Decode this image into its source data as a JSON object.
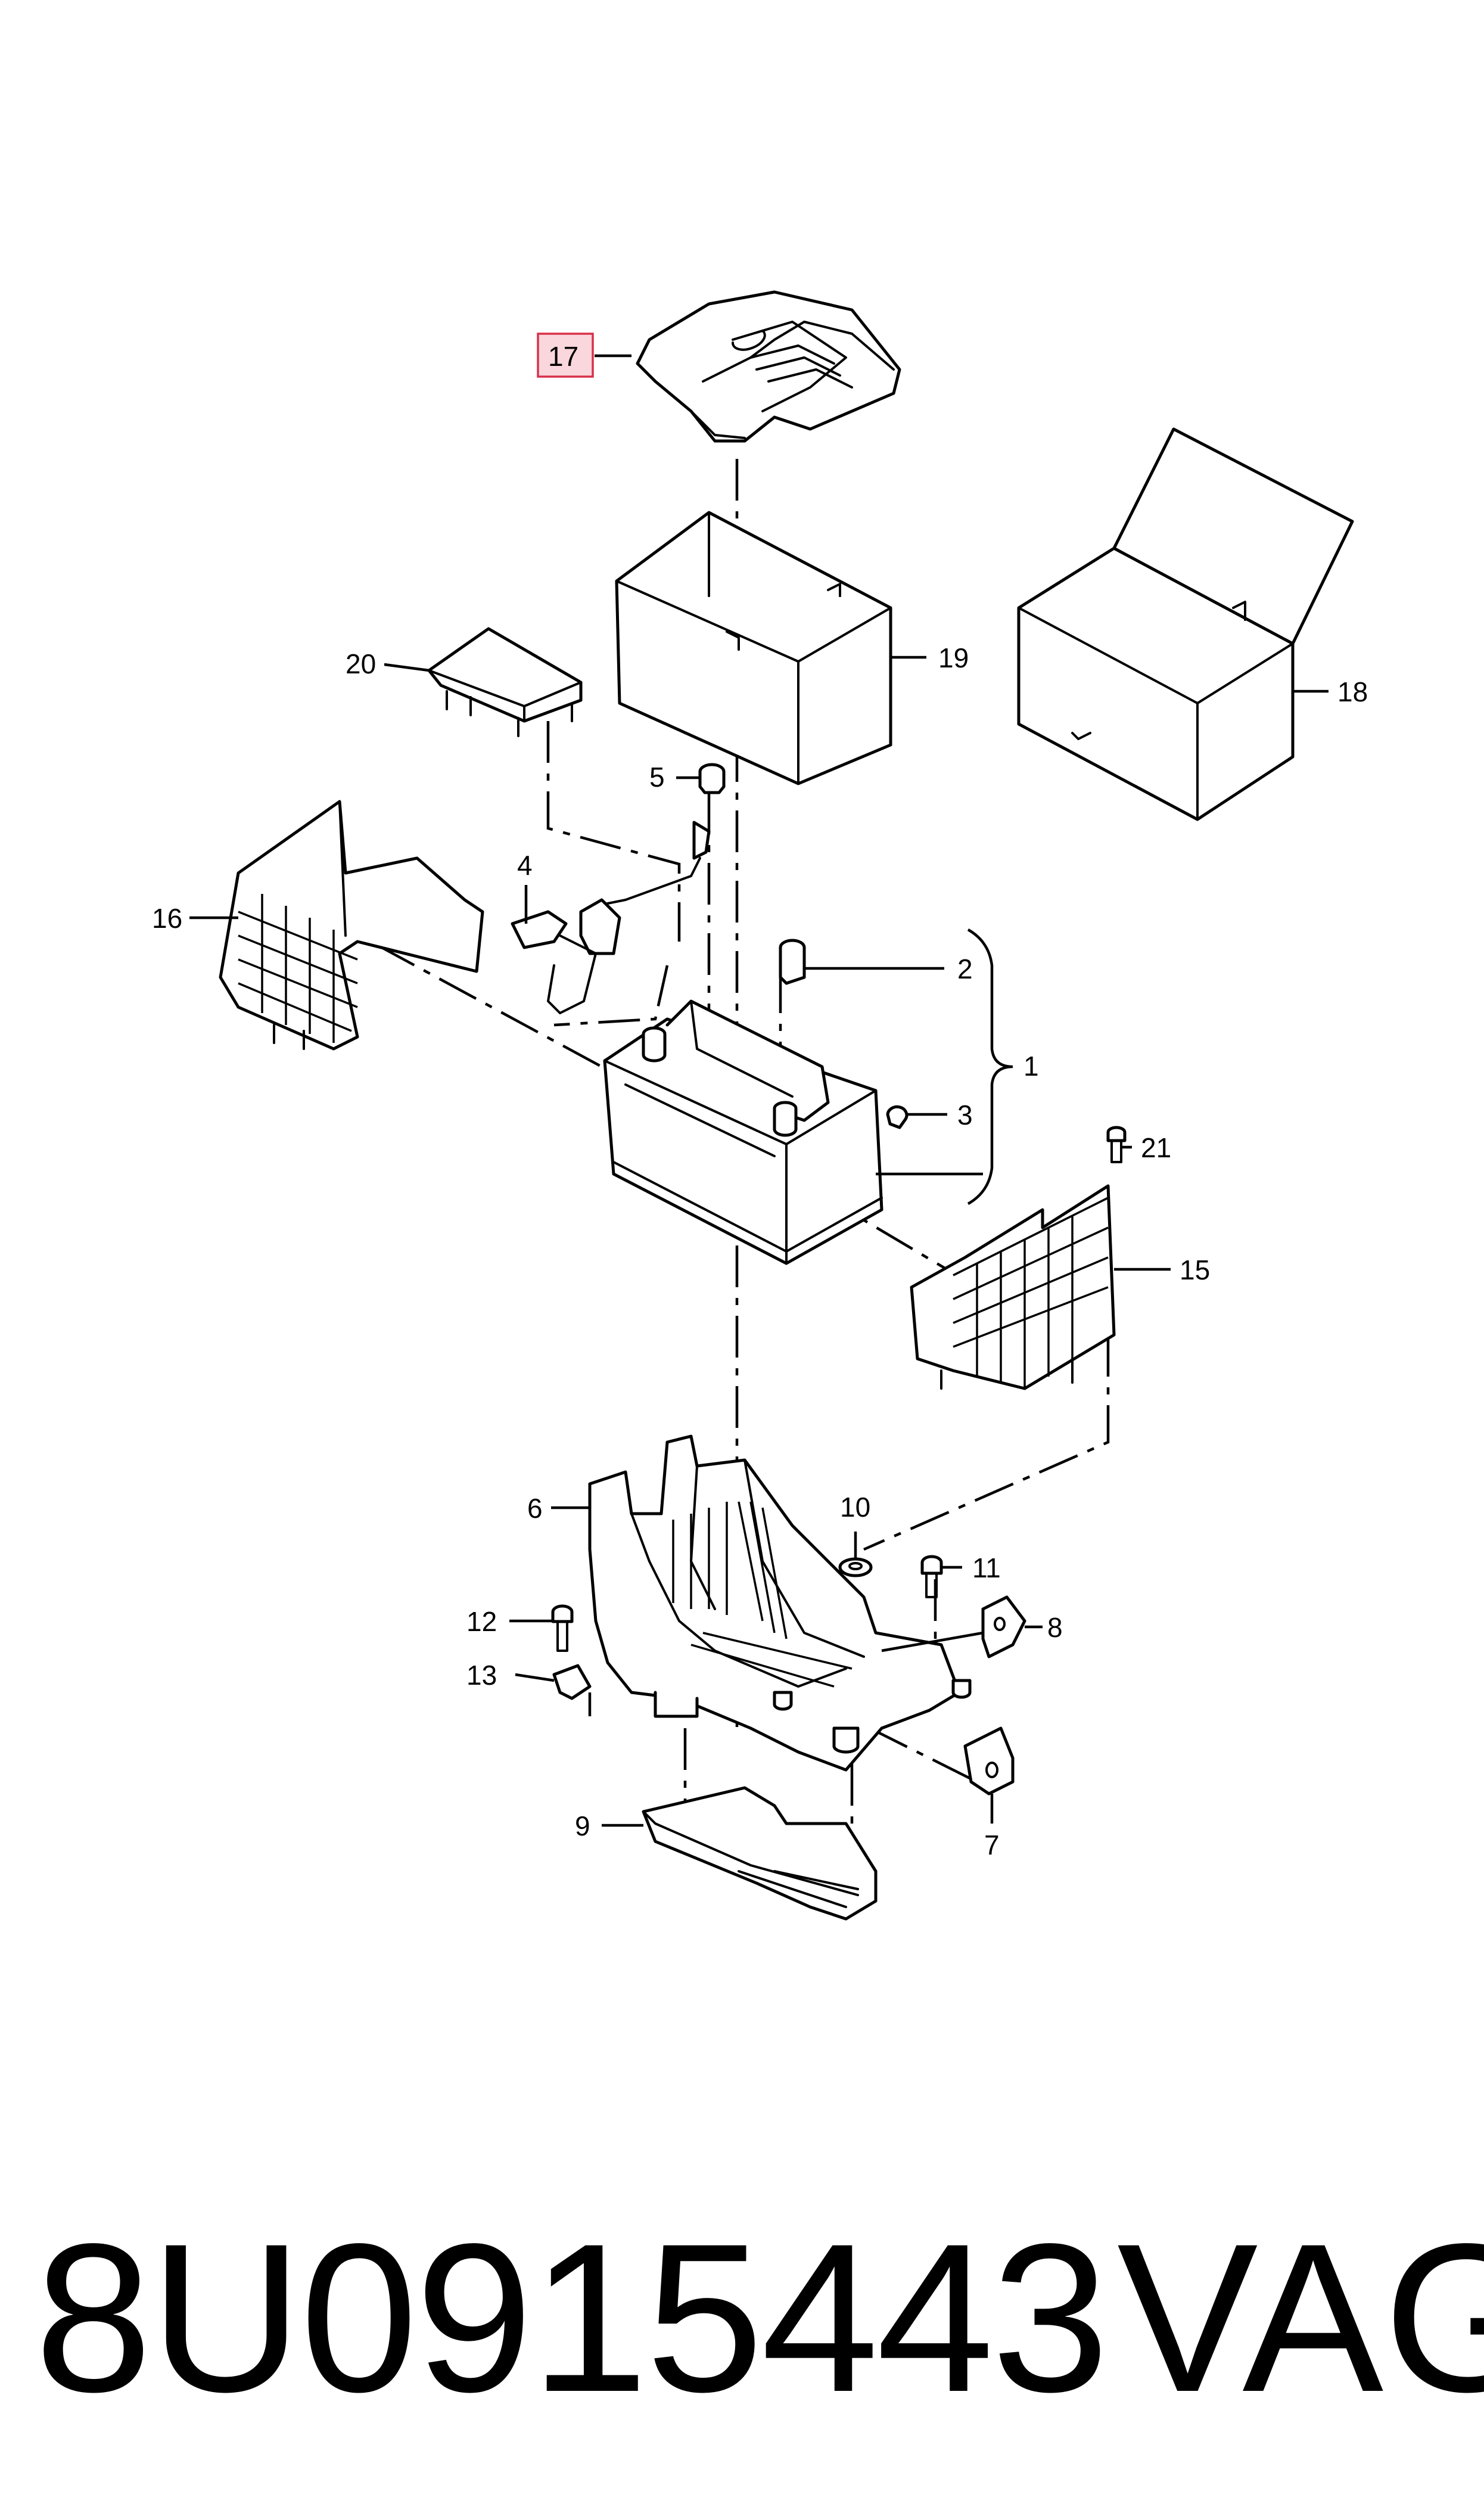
{
  "diagram": {
    "callouts": [
      {
        "id": "1",
        "label": "1"
      },
      {
        "id": "2",
        "label": "2"
      },
      {
        "id": "3",
        "label": "3"
      },
      {
        "id": "4",
        "label": "4"
      },
      {
        "id": "5",
        "label": "5"
      },
      {
        "id": "6",
        "label": "6"
      },
      {
        "id": "7",
        "label": "7"
      },
      {
        "id": "8",
        "label": "8"
      },
      {
        "id": "9",
        "label": "9"
      },
      {
        "id": "10",
        "label": "10"
      },
      {
        "id": "11",
        "label": "11"
      },
      {
        "id": "12",
        "label": "12"
      },
      {
        "id": "13",
        "label": "13"
      },
      {
        "id": "15",
        "label": "15"
      },
      {
        "id": "16",
        "label": "16"
      },
      {
        "id": "17",
        "label": "17",
        "highlighted": true
      },
      {
        "id": "18",
        "label": "18"
      },
      {
        "id": "19",
        "label": "19"
      },
      {
        "id": "20",
        "label": "20"
      },
      {
        "id": "21",
        "label": "21"
      }
    ],
    "highlight_color": "#d9304a",
    "highlight_fill": "#f9d7dc"
  },
  "footer": {
    "part_number": "8U0915443",
    "brand": "VAG"
  }
}
